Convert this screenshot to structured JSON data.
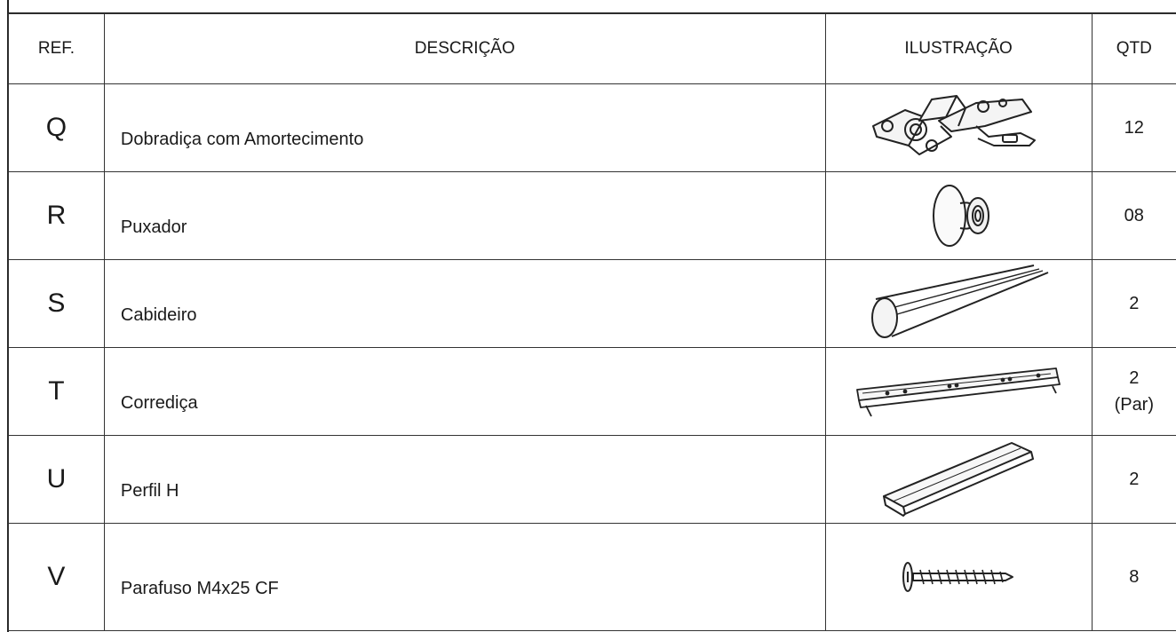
{
  "table": {
    "headers": {
      "ref": "REF.",
      "description": "DESCRIÇÃO",
      "illustration": "ILUSTRAÇÃO",
      "qty": "QTD"
    },
    "rows": [
      {
        "ref": "Q",
        "description": "Dobradiça com Amortecimento",
        "icon": "concealed-hinge",
        "qty": [
          "12"
        ]
      },
      {
        "ref": "R",
        "description": "Puxador",
        "icon": "knob",
        "qty": [
          "08"
        ]
      },
      {
        "ref": "S",
        "description": "Cabideiro",
        "icon": "hanging-rail",
        "qty": [
          "2"
        ]
      },
      {
        "ref": "T",
        "description": "Corrediça",
        "icon": "drawer-slide",
        "qty": [
          "2",
          "(Par)"
        ]
      },
      {
        "ref": "U",
        "description": "Perfil H",
        "icon": "h-profile",
        "qty": [
          "2"
        ]
      },
      {
        "ref": "V",
        "description": "Parafuso M4x25 CF",
        "icon": "screw",
        "qty": [
          "8"
        ]
      }
    ]
  }
}
